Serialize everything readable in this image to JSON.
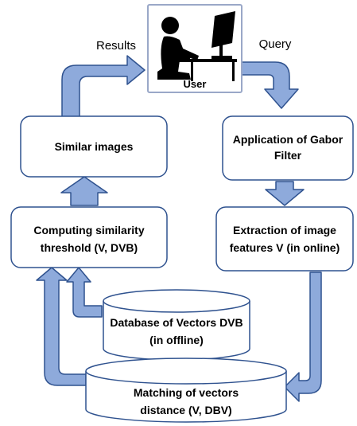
{
  "user": {
    "label": "User"
  },
  "edges": {
    "results": "Results",
    "query": "Query"
  },
  "nodes": {
    "similar_images": {
      "line1": "Similar images"
    },
    "gabor": {
      "line1": "Application of Gabor",
      "line2": "Filter"
    },
    "similarity": {
      "line1": "Computing similarity",
      "line2": "threshold (V, DVB)"
    },
    "extraction": {
      "line1": "Extraction of image",
      "line2": "features V (in online)"
    },
    "database": {
      "line1": "Database of Vectors DVB",
      "line2": "(in offline)"
    },
    "matching": {
      "line1": "Matching of vectors",
      "line2": "distance (V, DBV)"
    }
  },
  "colors": {
    "arrow_fill": "#8eaadb",
    "arrow_stroke": "#2f528f",
    "box_stroke": "#2f528f",
    "icon": "#000000"
  }
}
